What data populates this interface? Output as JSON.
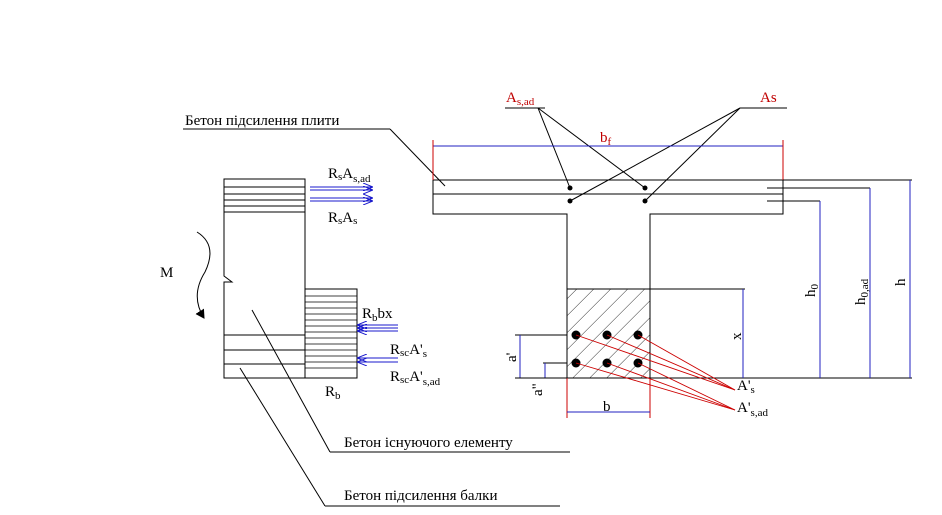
{
  "colors": {
    "outline": "#000000",
    "force_arrows": "#1a1acc",
    "dimension_blue": "#2020c0",
    "rebar_callout_red": "#cc0000"
  },
  "labels": {
    "slab_strengthening": "Бетон підсилення плити",
    "existing_element": "Бетон існуючого елементу",
    "beam_strengthening": "Бетон підсилення балки",
    "moment": "M",
    "rs": "R",
    "rs_sub": "s",
    "a_main": "A",
    "a_sad_sub": "s,ad",
    "a_s_sub": "s",
    "rb": "R",
    "rb_sub": "b",
    "rbbx_tail": "bx",
    "rsc_sub": "sc",
    "a_prime": "A'",
    "as_ad_label_main": "A",
    "as_ad_label_sub": "s,ad",
    "as_label": "As",
    "bf": "b",
    "bf_sub": "f",
    "b": "b",
    "h0": "h",
    "h0_sub": "0",
    "h0ad": "h",
    "h0ad_sub": "0,ad",
    "h": "h",
    "x": "x",
    "a_prime_dim": "a'",
    "a_dprime_dim": "a\"",
    "as_prime_callout": "A'",
    "as_prime_callout_sub": "s",
    "as_ad_prime_callout": "A'",
    "as_ad_prime_callout_sub": "s,ad"
  }
}
